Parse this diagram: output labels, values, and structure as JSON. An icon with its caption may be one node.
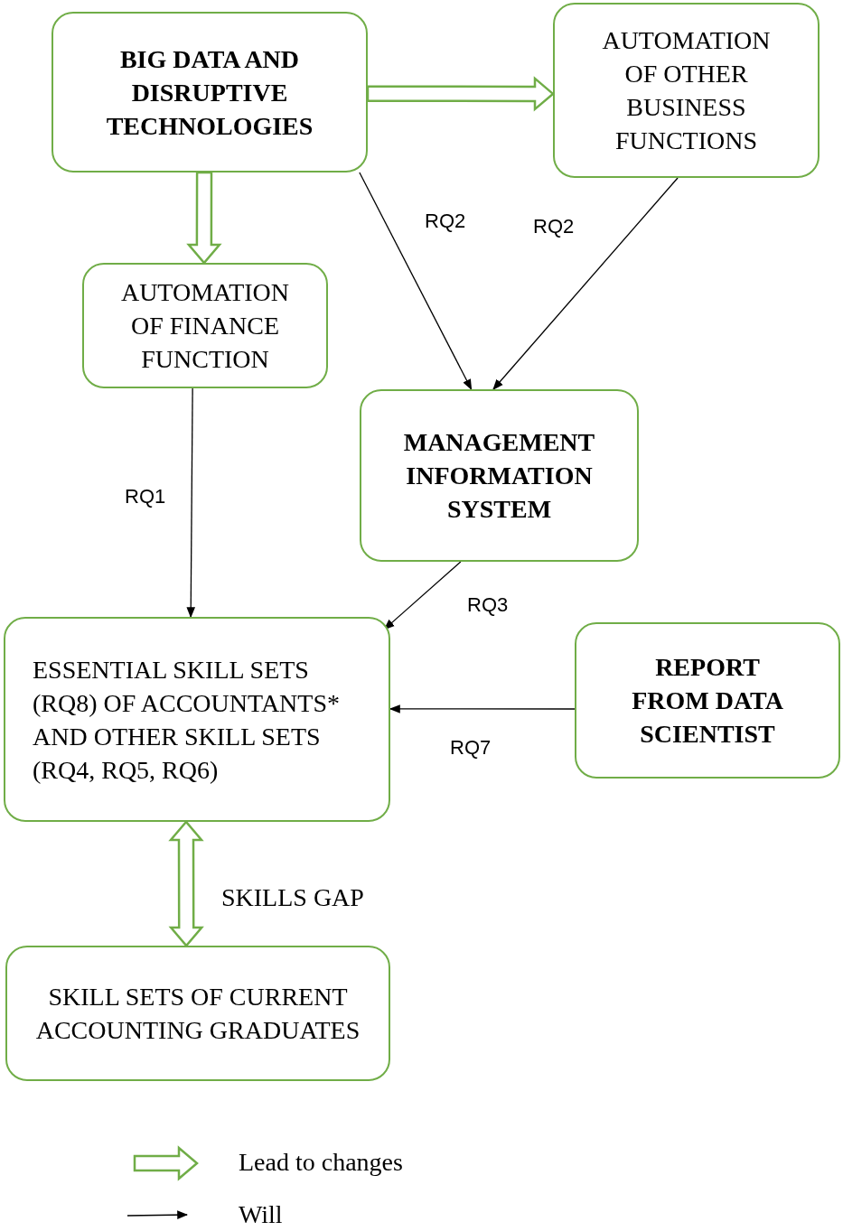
{
  "diagram": {
    "nodes": [
      {
        "text": [
          "BIG DATA AND DISRUPTIVE TECHNOLOGIES"
        ]
      },
      {
        "text": [
          "AUTOMATION OF OTHER BUSINESS FUNCTIONS"
        ]
      },
      {
        "text": [
          "AUTOMATION OF FINANCE FUNCTION"
        ]
      },
      {
        "text": [
          "MANAGEMENT INFORMATION SYSTEM"
        ]
      },
      {
        "text": [
          "ESSENTIAL SKILL SETS (RQ8) OF ACCOUNTANTS* AND OTHER SKILL SETS (RQ4, RQ5, RQ6)"
        ]
      },
      {
        "text": [
          "REPORT FROM DATA SCIENTIST"
        ]
      },
      {
        "text": [
          "SKILL SETS OF CURRENT ACCOUNTING GRADUATES"
        ]
      }
    ],
    "edges": [
      {
        "from": 0,
        "to": 1,
        "arrow": "to",
        "style": "thick",
        "color": "#70ad47"
      },
      {
        "from": 0,
        "to": 2,
        "arrow": "to",
        "style": "thick",
        "color": "#70ad47"
      },
      {
        "from": 0,
        "to": 3,
        "arrow": "to",
        "label": "RQ2"
      },
      {
        "from": 1,
        "to": 3,
        "arrow": "to",
        "label": "RQ2"
      },
      {
        "from": 2,
        "to": 4,
        "arrow": "to",
        "label": "RQ1"
      },
      {
        "from": 3,
        "to": 4,
        "arrow": "to",
        "label": "RQ3"
      },
      {
        "from": 5,
        "to": 4,
        "arrow": "to",
        "label": "RQ7"
      },
      {
        "from": 4,
        "to": 6,
        "arrow": "both",
        "label": "SKILLS GAP",
        "style": "thick",
        "color": "#70ad47"
      }
    ],
    "legend": [
      {
        "text": "Lead to changes"
      },
      {
        "text": "Will"
      }
    ]
  }
}
